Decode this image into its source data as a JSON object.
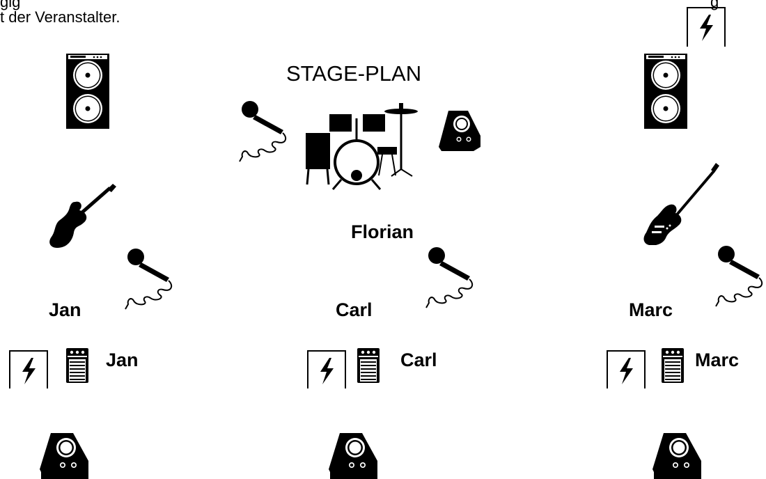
{
  "header_note": {
    "line1": "gig",
    "line2": "t der Veranstalter.",
    "line1_right": "g"
  },
  "stage_plan": {
    "title": "STAGE-PLAN",
    "drummer": "Florian",
    "upper_row": [
      "Jan",
      "Carl",
      "Marc"
    ],
    "lower_row": [
      "Jan",
      "Carl",
      "Marc"
    ]
  },
  "icons": {
    "amp": "guitar-amp-icon",
    "mic": "microphone-icon",
    "drums": "drum-kit-icon",
    "monitor": "stage-monitor-icon",
    "power": "power-outlet-icon",
    "pedal": "effects-pedal-icon",
    "guitar": "electric-guitar-icon",
    "bass": "bass-guitar-icon"
  },
  "colors": {
    "ink": "#000000",
    "paper": "#ffffff"
  }
}
